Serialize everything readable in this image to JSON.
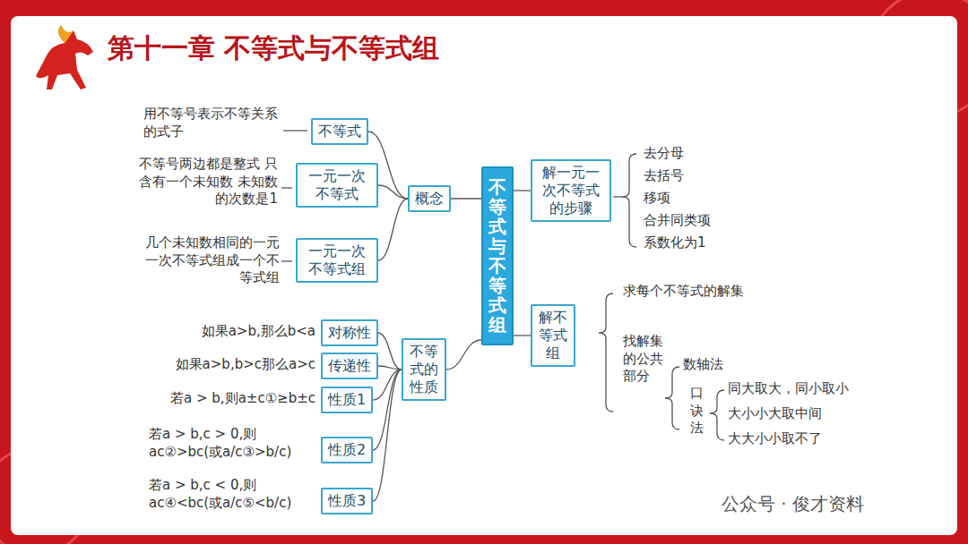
{
  "diagram": {
    "title": "第十一章 不等式与不等式组",
    "nodes": [
      {
        "text": [
          "不等式与不等式组"
        ]
      },
      {
        "text": [
          "概念"
        ]
      },
      {
        "text": [
          "不等式"
        ]
      },
      {
        "text": [
          "一元一次不等式"
        ]
      },
      {
        "text": [
          "一元一次不等式组"
        ]
      },
      {
        "text": [
          "不等式的性质"
        ]
      },
      {
        "text": [
          "对称性"
        ]
      },
      {
        "text": [
          "传递性"
        ]
      },
      {
        "text": [
          "性质1"
        ]
      },
      {
        "text": [
          "性质2"
        ]
      },
      {
        "text": [
          "性质3"
        ]
      },
      {
        "text": [
          "解一元一次不等式的步骤"
        ]
      },
      {
        "text": [
          "解不等式组"
        ]
      }
    ],
    "edges": [
      {
        "from": 0,
        "to": 1,
        "arrow": "none"
      },
      {
        "from": 0,
        "to": 5,
        "arrow": "none"
      },
      {
        "from": 0,
        "to": 11,
        "arrow": "none"
      },
      {
        "from": 0,
        "to": 12,
        "arrow": "none"
      },
      {
        "from": 1,
        "to": 2,
        "arrow": "none"
      },
      {
        "from": 1,
        "to": 3,
        "arrow": "none"
      },
      {
        "from": 1,
        "to": 4,
        "arrow": "none"
      },
      {
        "from": 5,
        "to": 6,
        "arrow": "none"
      },
      {
        "from": 5,
        "to": 7,
        "arrow": "none"
      },
      {
        "from": 5,
        "to": 8,
        "arrow": "none"
      },
      {
        "from": 5,
        "to": 9,
        "arrow": "none"
      },
      {
        "from": 5,
        "to": 10,
        "arrow": "none"
      }
    ],
    "labels": [
      "用不等号表示不等关系的式子",
      "不等号两边都是整式 只含有一个未知数 未知数的次数是1",
      "几个未知数相同的一元一次不等式组成一个不等式组",
      "如果a>b,那么b<a",
      "如果a>b,b>c那么a>c",
      "若a > b,则a±c①≥b±c",
      "若a > b,c > 0,则 ac②>bc(或a/c③>b/c)",
      "若a > b,c < 0,则 ac④<bc(或a/c⑤<b/c)",
      "去分母",
      "去括号",
      "移项",
      "合并同类项",
      "系数化为1",
      "求每个不等式的解集",
      "找解集的公共部分",
      "数轴法",
      "口诀法",
      "同大取大，同小取小",
      "大小小大取中间",
      "大大小小取不了",
      "公众号 · 俊才资料"
    ]
  }
}
